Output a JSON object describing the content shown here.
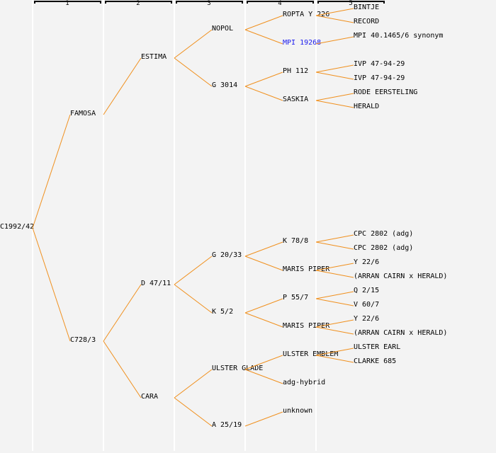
{
  "style": {
    "line_color": "#f0901e",
    "link_color": "#1a1aee",
    "background": "#f3f3f3"
  },
  "columns": [
    "1",
    "2",
    "3",
    "4",
    "5"
  ],
  "tree": {
    "label": "C1992/42",
    "children": [
      {
        "label": "FAMOSA",
        "children": [
          {
            "label": "ESTIMA",
            "children": [
              {
                "label": "NOPOL",
                "children": [
                  {
                    "label": "ROPTA Y 226",
                    "children": [
                      {
                        "label": "BINTJE"
                      },
                      {
                        "label": "RECORD"
                      }
                    ]
                  },
                  {
                    "label": "MPI 19268",
                    "link": true,
                    "children": [
                      {
                        "label": "MPI 40.1465/6 synonym"
                      }
                    ]
                  }
                ]
              },
              {
                "label": "G 3014",
                "children": [
                  {
                    "label": "PH 112",
                    "children": [
                      {
                        "label": "IVP 47-94-29"
                      },
                      {
                        "label": "IVP 47-94-29"
                      }
                    ]
                  },
                  {
                    "label": "SASKIA",
                    "children": [
                      {
                        "label": "RODE EERSTELING"
                      },
                      {
                        "label": "HERALD"
                      }
                    ]
                  }
                ]
              }
            ]
          }
        ]
      },
      {
        "label": "C728/3",
        "children": [
          {
            "label": "D 47/11",
            "children": [
              {
                "label": "G 20/33",
                "children": [
                  {
                    "label": "K 78/8",
                    "children": [
                      {
                        "label": "CPC 2802 (adg)"
                      },
                      {
                        "label": "CPC 2802 (adg)"
                      }
                    ]
                  },
                  {
                    "label": "MARIS PIPER",
                    "children": [
                      {
                        "label": "Y 22/6"
                      },
                      {
                        "label": "(ARRAN CAIRN x HERALD)"
                      }
                    ]
                  }
                ]
              },
              {
                "label": "K 5/2",
                "children": [
                  {
                    "label": "P 55/7",
                    "children": [
                      {
                        "label": "Q 2/15"
                      },
                      {
                        "label": "V 60/7"
                      }
                    ]
                  },
                  {
                    "label": "MARIS PIPER",
                    "children": [
                      {
                        "label": "Y 22/6"
                      },
                      {
                        "label": "(ARRAN CAIRN x HERALD)"
                      }
                    ]
                  }
                ]
              }
            ]
          },
          {
            "label": "CARA",
            "children": [
              {
                "label": "ULSTER GLADE",
                "children": [
                  {
                    "label": "ULSTER EMBLEM",
                    "children": [
                      {
                        "label": "ULSTER EARL"
                      },
                      {
                        "label": "CLARKE 685"
                      }
                    ]
                  },
                  {
                    "label": "adg-hybrid"
                  }
                ]
              },
              {
                "label": "A 25/19",
                "children": [
                  {
                    "label": "unknown"
                  }
                ]
              }
            ]
          }
        ]
      }
    ]
  }
}
